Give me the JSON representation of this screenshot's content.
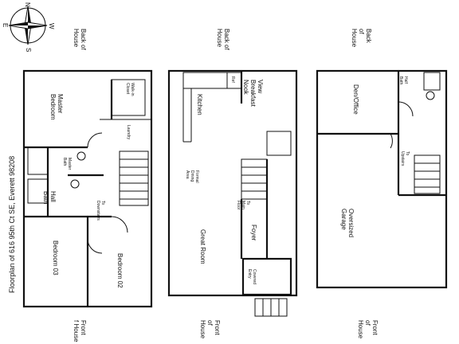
{
  "title": "Floorplan of 616 95th Ct SE, Everett 98208",
  "compass": {
    "n": "N",
    "s": "S",
    "e": "E",
    "w": "W"
  },
  "plans": [
    {
      "back": [
        "Back of",
        "House"
      ],
      "front": [
        "Front",
        "f House"
      ],
      "rooms": {
        "master_bedroom": [
          "Master",
          "Bedroom"
        ],
        "walkin_closet": [
          "Walk-in",
          "Closet"
        ],
        "laundry": "Laundry",
        "master_bath": [
          "Master",
          "Bath"
        ],
        "hall_bath": [
          "Hall",
          "Bath"
        ],
        "to_downstairs": [
          "To",
          "Downstairs"
        ],
        "bedroom_03": "Bedroom 03",
        "bedroom_02": "Bedroom 02"
      }
    },
    {
      "back": [
        "Back of",
        "House"
      ],
      "front": [
        "Front",
        "of",
        "House"
      ],
      "rooms": {
        "ref": "Ref",
        "kitchen": "Kitchen",
        "view_breakfast_nook": [
          "View",
          "Breakfast",
          "Nook"
        ],
        "formal_dining_area": [
          "Formal",
          "Dining",
          "Area"
        ],
        "great_room": "Great Room",
        "to_main_floor": [
          "To",
          "Main",
          "Floor"
        ],
        "foyer": "Foyer",
        "covered_entry": [
          "Covered",
          "Entry"
        ]
      }
    },
    {
      "back": [
        "Back",
        "of",
        "House"
      ],
      "front": [
        "Front",
        "of",
        "House"
      ],
      "rooms": {
        "half_bath": [
          "Half",
          "Bath"
        ],
        "den_office": "Den/Office",
        "to_upstairs": [
          "To",
          "Upstairs"
        ],
        "oversized_garage": [
          "Oversized",
          "Garage"
        ]
      }
    }
  ]
}
